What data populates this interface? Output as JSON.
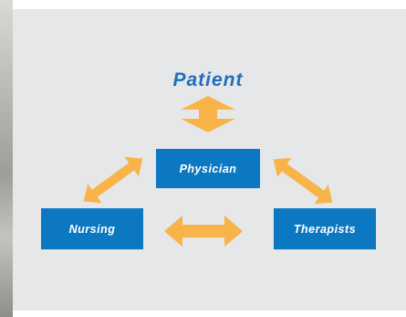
{
  "diagram": {
    "title": "Patient",
    "nodes": {
      "physician": "Physician",
      "nursing": "Nursing",
      "therapists": "Therapists"
    },
    "arrow_color": "#f8b448",
    "box_color": "#0b78c1",
    "title_color": "#1f6fbf",
    "panel_color": "#e6e7e8"
  }
}
